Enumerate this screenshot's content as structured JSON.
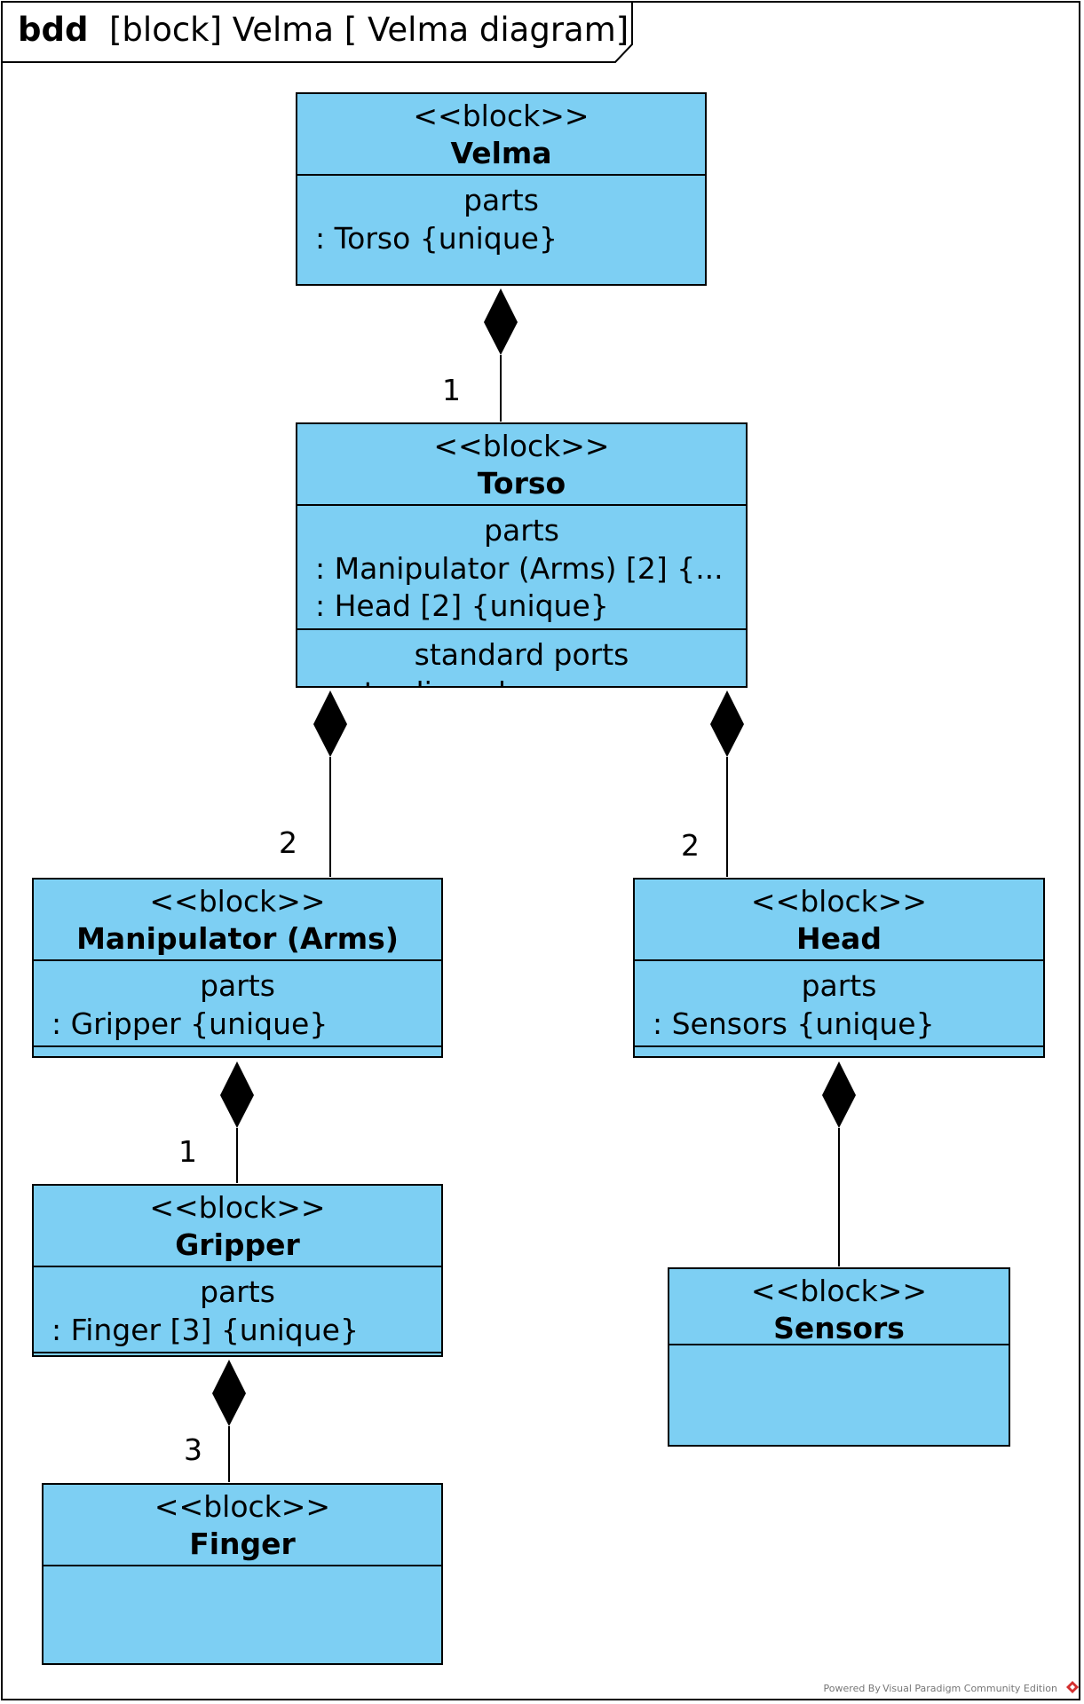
{
  "frame": {
    "kind": "bdd",
    "title": "[block] Velma [ Velma diagram]"
  },
  "stereotype": "<<block>>",
  "compartment_parts": "parts",
  "compartment_ports": "standard ports",
  "blocks": {
    "velma": {
      "name": "Velma",
      "parts": [
        ": Torso {unique}"
      ]
    },
    "torso": {
      "name": "Torso",
      "parts": [
        ": Manipulator (Arms) [2] {...",
        ": Head [2] {unique}"
      ],
      "ports_clipped": "ports clipped"
    },
    "arms": {
      "name": "Manipulator (Arms)",
      "parts": [
        ": Gripper {unique}"
      ]
    },
    "head": {
      "name": "Head",
      "parts": [
        ": Sensors {unique}"
      ]
    },
    "gripper": {
      "name": "Gripper",
      "parts": [
        ": Finger [3] {unique}"
      ]
    },
    "sensors": {
      "name": "Sensors"
    },
    "finger": {
      "name": "Finger"
    }
  },
  "multiplicities": {
    "torso": "1",
    "arms": "2",
    "head": "2",
    "gripper": "1",
    "finger": "3"
  },
  "footer": "Powered By Visual Paradigm Community Edition",
  "colors": {
    "block_fill": "#7dcff3",
    "stroke": "#000000",
    "logo": "#d32f2f"
  }
}
